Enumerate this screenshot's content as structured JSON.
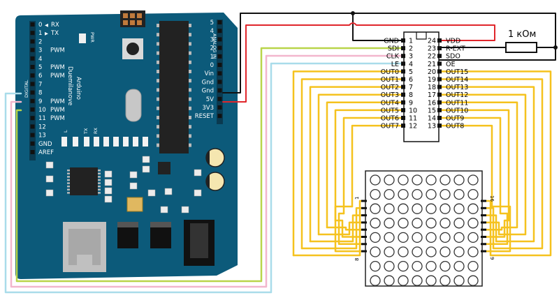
{
  "board": {
    "name_line1": "Arduino",
    "name_line2": "Duemilanove",
    "left_pins": [
      {
        "num": "0",
        "label": "RX",
        "arrow": "◀"
      },
      {
        "num": "1",
        "label": "TX",
        "arrow": "▶"
      },
      {
        "num": "2",
        "label": "",
        "arrow": ""
      },
      {
        "num": "3",
        "label": "PWM",
        "arrow": ""
      },
      {
        "num": "4",
        "label": "",
        "arrow": ""
      },
      {
        "num": "5",
        "label": "PWM",
        "arrow": ""
      },
      {
        "num": "6",
        "label": "PWM",
        "arrow": ""
      },
      {
        "num": "7",
        "label": "",
        "arrow": ""
      },
      {
        "num": "8",
        "label": "",
        "arrow": ""
      },
      {
        "num": "9",
        "label": "PWM",
        "arrow": ""
      },
      {
        "num": "10",
        "label": "PWM",
        "arrow": ""
      },
      {
        "num": "11",
        "label": "PWM",
        "arrow": ""
      },
      {
        "num": "12",
        "label": "",
        "arrow": ""
      },
      {
        "num": "13",
        "label": "",
        "arrow": ""
      },
      {
        "num": "GND",
        "label": "",
        "arrow": ""
      },
      {
        "num": "AREF",
        "label": "",
        "arrow": ""
      }
    ],
    "digital_label": "DIGITAL",
    "analog_label": "ANALOG IN",
    "right_pins": [
      "5",
      "4",
      "3",
      "2",
      "1",
      "0",
      "Vin",
      "Gnd",
      "Gnd",
      "5V",
      "3V3",
      "RESET"
    ],
    "pwr_label": "PWR",
    "led_labels": [
      "L",
      "TX",
      "RX"
    ]
  },
  "chip": {
    "left_pins": [
      {
        "label": "GND",
        "num": "1"
      },
      {
        "label": "SDI",
        "num": "2"
      },
      {
        "label": "CLK",
        "num": "3"
      },
      {
        "label": "LE",
        "num": "4"
      },
      {
        "label": "OUT0",
        "num": "5"
      },
      {
        "label": "OUT1",
        "num": "6"
      },
      {
        "label": "OUT2",
        "num": "7"
      },
      {
        "label": "OUT3",
        "num": "8"
      },
      {
        "label": "OUT4",
        "num": "9"
      },
      {
        "label": "OUT5",
        "num": "10"
      },
      {
        "label": "OUT6",
        "num": "11"
      },
      {
        "label": "OUT7",
        "num": "12"
      }
    ],
    "right_pins": [
      {
        "label": "VDD",
        "num": "24"
      },
      {
        "label": "R-EXT",
        "num": "23"
      },
      {
        "label": "SDO",
        "num": "22"
      },
      {
        "label": "OE",
        "num": "21"
      },
      {
        "label": "OUT15",
        "num": "20"
      },
      {
        "label": "OUT14",
        "num": "19"
      },
      {
        "label": "OUT13",
        "num": "18"
      },
      {
        "label": "OUT12",
        "num": "17"
      },
      {
        "label": "OUT11",
        "num": "16"
      },
      {
        "label": "OUT10",
        "num": "15"
      },
      {
        "label": "OUT9",
        "num": "14"
      },
      {
        "label": "OUT8",
        "num": "13"
      }
    ]
  },
  "resistor": {
    "label": "1 кОм"
  },
  "matrix": {
    "rows": 8,
    "cols": 8,
    "pin_label_top_left": "1",
    "pin_label_top_right": "16",
    "pin_label_bottom_left": "8",
    "pin_label_bottom_right": "9"
  },
  "colors": {
    "board": "#0c5a7a",
    "board_dark": "#0a4763",
    "wire_power": "#e0262b",
    "wire_ground": "#111111",
    "wire_sdi": "#b9d54a",
    "wire_clk": "#f2b6cd",
    "wire_le": "#a9dcea",
    "wire_out": "#f5c21e"
  }
}
